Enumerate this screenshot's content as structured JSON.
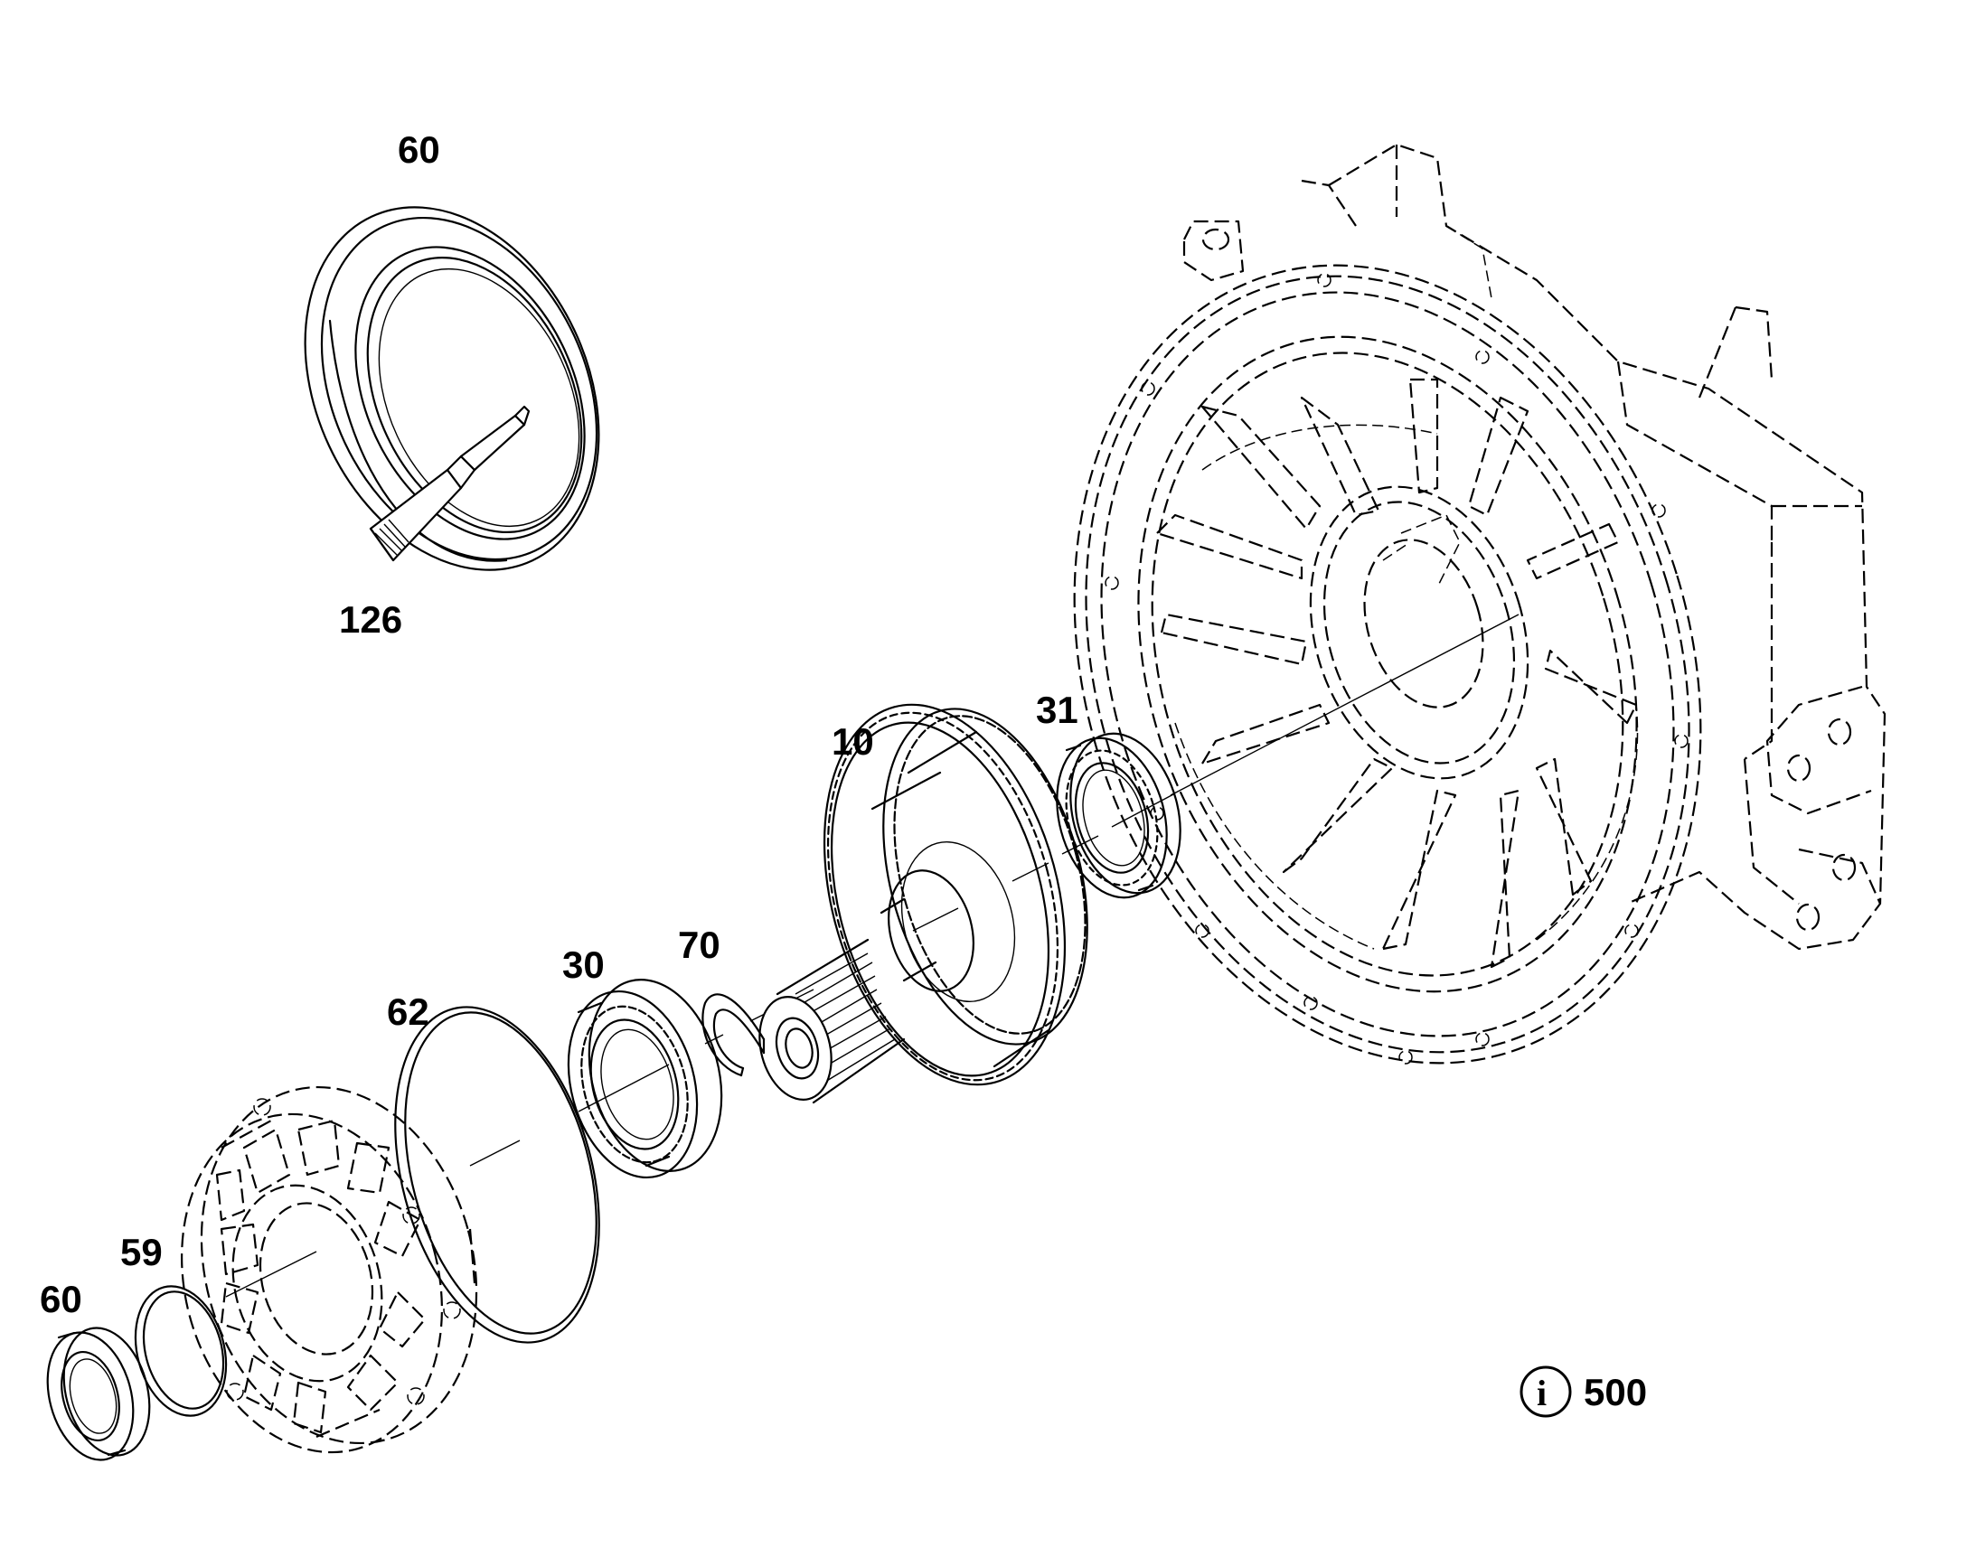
{
  "callouts": {
    "seal_top": "60",
    "sealant": "126",
    "gear_shaft": "10",
    "bearing_rear": "31",
    "snap_ring": "70",
    "bearing_front": "30",
    "o_ring": "62",
    "ring": "59",
    "seal_bottom": "60"
  },
  "info": {
    "icon": "info-icon",
    "label": "500"
  }
}
